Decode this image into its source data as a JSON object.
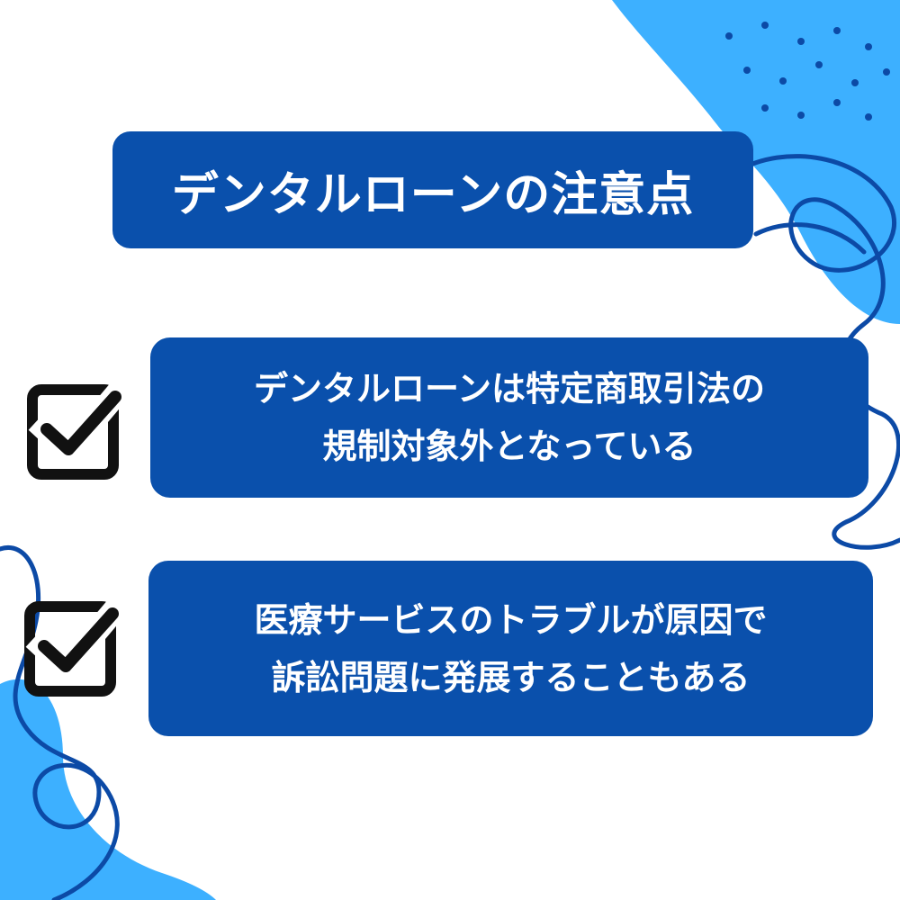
{
  "title": "デンタルローンの注意点",
  "items": [
    {
      "line1": "デンタルローンは特定商取引法の",
      "line2": "規制対象外となっている",
      "icon": "checkbox-checked-icon"
    },
    {
      "line1": "医療サービスのトラブルが原因で",
      "line2": "訴訟問題に発展することもある",
      "icon": "checkbox-checked-icon"
    }
  ],
  "colors": {
    "box_blue": "#0a50ac",
    "blob_blue": "#3db0ff",
    "line_blue": "#0c4aa6",
    "text": "#ffffff",
    "check": "#111111"
  }
}
